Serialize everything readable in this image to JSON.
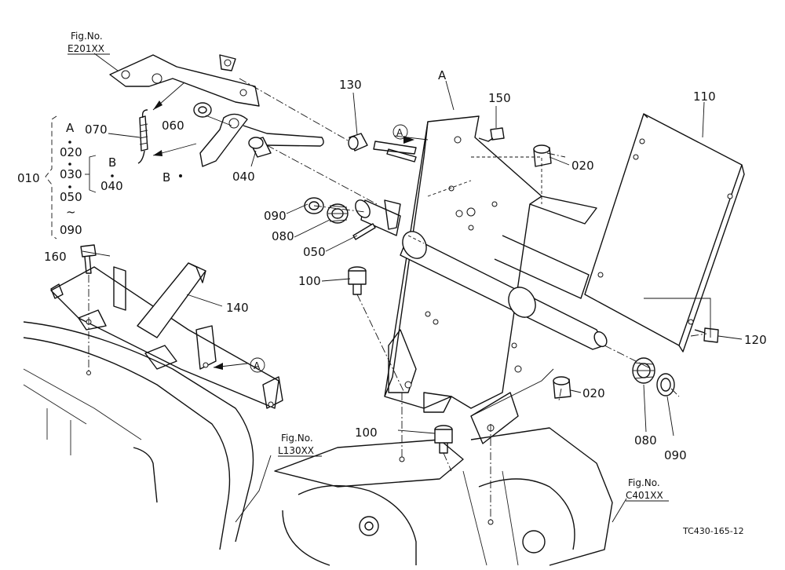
{
  "figure_refs": {
    "top_left": {
      "label": "Fig.No.",
      "code": "E201XX"
    },
    "bottom_mid": {
      "label": "Fig.No.",
      "code": "L130XX"
    },
    "bottom_right": {
      "label": "Fig.No.",
      "code": "C401XX"
    }
  },
  "callouts": {
    "p010": "010",
    "p020a": "020",
    "p020b": "020",
    "p040": "040",
    "p050": "050",
    "p060": "060",
    "p070": "070",
    "p080a": "080",
    "p080b": "080",
    "p090a": "090",
    "p090b": "090",
    "p100a": "100",
    "p100b": "100",
    "p110": "110",
    "p120": "120",
    "p130": "130",
    "p140": "140",
    "p150": "150",
    "p160": "160"
  },
  "assembly_key": {
    "letter_a": "A",
    "k020": "020",
    "k030": "030",
    "k050": "050",
    "tilde": "~",
    "k090": "090",
    "letter_b": "B",
    "k040": "040"
  },
  "ref_letters": {
    "a_top": "A",
    "b_left": "B",
    "a_circle_upper": "A",
    "a_circle_lower": "A"
  },
  "drawing_code": "TC430-165-12"
}
